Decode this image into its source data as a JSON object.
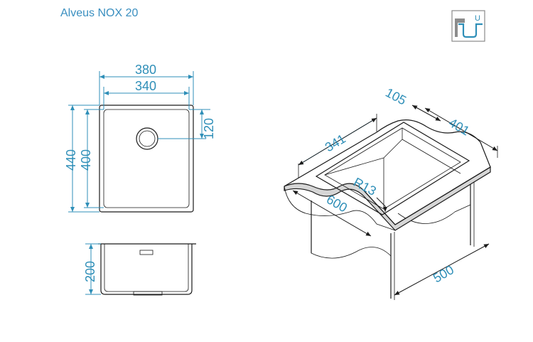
{
  "title": "Alveus NOX 20",
  "mount_icon": {
    "label": "U",
    "icon": "undermount-icon",
    "accent": "#2f8fb8"
  },
  "top_view": {
    "width_outer": "380",
    "width_inner": "340",
    "depth_outer": "440",
    "depth_inner": "400",
    "drain_offset": "120"
  },
  "side_view": {
    "height": "200"
  },
  "iso_view": {
    "cabinet_width": "600",
    "cabinet_depth": "500",
    "bowl_width": "341",
    "bowl_depth": "401",
    "offset": "105",
    "radius": "R13"
  },
  "colors": {
    "dimension": "#2f8fb8",
    "title": "#3a8fc0",
    "outline": "#1a1a1a"
  }
}
